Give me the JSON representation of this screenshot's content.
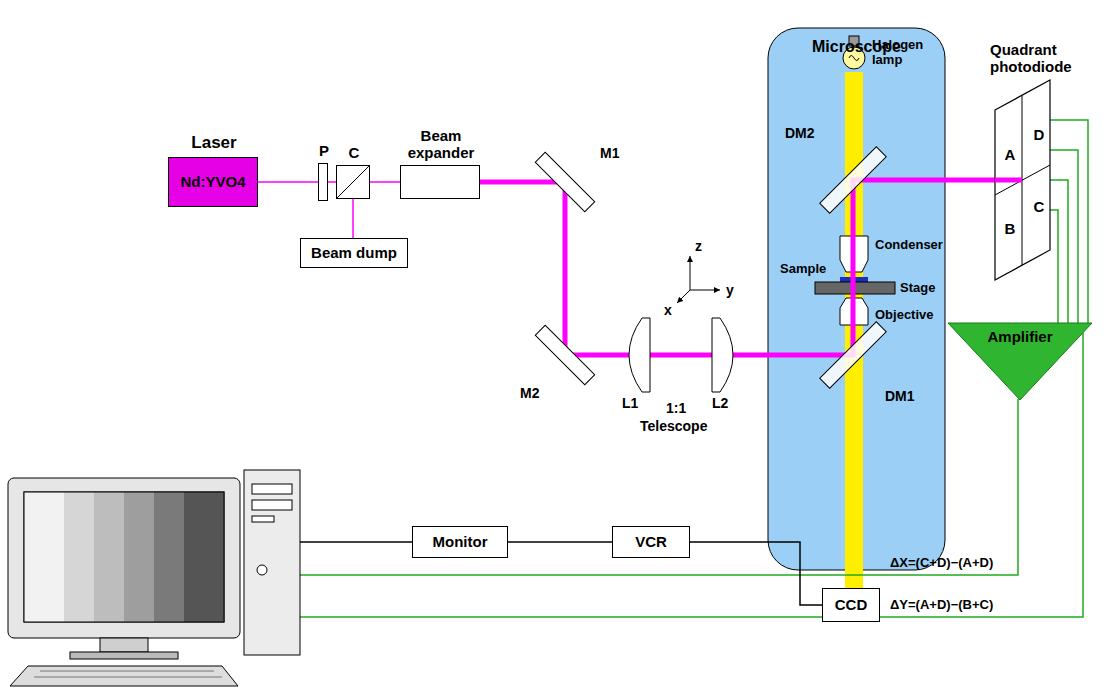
{
  "diagram": {
    "nodes": [
      {
        "text": [
          "Laser",
          "Nd:YVO4"
        ]
      },
      {
        "text": [
          "P"
        ]
      },
      {
        "text": [
          "C"
        ]
      },
      {
        "text": [
          "Beam expander"
        ]
      },
      {
        "text": [
          "Beam dump"
        ]
      },
      {
        "text": [
          "Microscope"
        ]
      },
      {
        "text": [
          "CCD"
        ]
      },
      {
        "text": [
          "Quadrant photodiode"
        ]
      },
      {
        "text": [
          "A"
        ],
        "in": 7
      },
      {
        "text": [
          "D"
        ],
        "in": 7
      },
      {
        "text": [
          "B"
        ],
        "in": 7
      },
      {
        "text": [
          "C"
        ],
        "in": 7
      },
      {
        "text": [
          "Amplifier"
        ]
      },
      {
        "text": [
          "Monitor"
        ]
      },
      {
        "text": [
          "VCR"
        ]
      }
    ],
    "edges": [
      {
        "from": 0,
        "to": 1,
        "arrow": "none"
      },
      {
        "from": 1,
        "to": 2,
        "arrow": "none"
      },
      {
        "from": 2,
        "to": 3,
        "arrow": "none"
      },
      {
        "from": 2,
        "to": 4,
        "arrow": "none"
      },
      {
        "from": 7,
        "to": 12,
        "arrow": "none"
      },
      {
        "from": 6,
        "to": 14,
        "arrow": "none"
      },
      {
        "from": 14,
        "to": 13,
        "arrow": "none"
      }
    ],
    "labels": [
      "M1",
      "M2",
      "L1",
      "1:1",
      "L2",
      "Telescope",
      "DM2",
      "DM1",
      "Halogen lamp",
      "Condenser",
      "Sample",
      "Stage",
      "Objective",
      "z",
      "y",
      "x",
      "ΔX=(C+D)−(A+D)",
      "ΔY=(A+D)−(B+C)"
    ]
  }
}
